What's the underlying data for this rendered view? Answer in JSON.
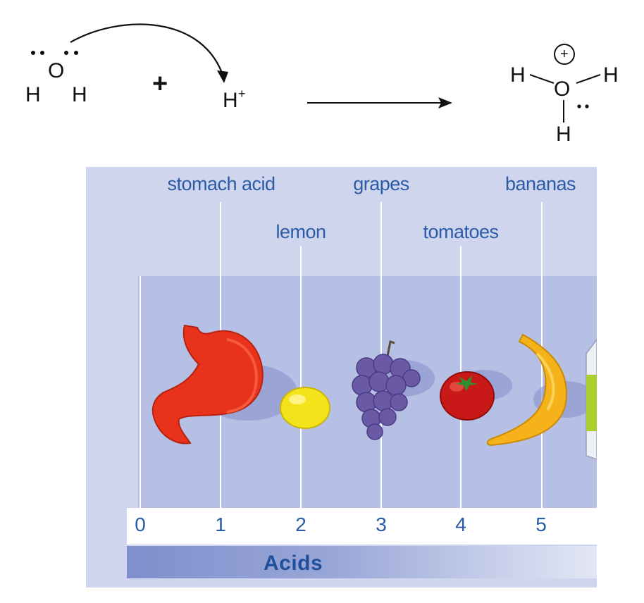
{
  "reaction": {
    "reactant1": {
      "center": "O",
      "left": "H",
      "right": "H"
    },
    "plus": "+",
    "reactant2": {
      "atom": "H",
      "charge": "+"
    },
    "product": {
      "center": "O",
      "left": "H",
      "right": "H",
      "bottom": "H",
      "charge": "+"
    }
  },
  "ph_scale": {
    "substances": [
      "stomach acid",
      "lemon",
      "grapes",
      "tomatoes",
      "bananas"
    ],
    "numbers": [
      "0",
      "1",
      "2",
      "3",
      "4",
      "5"
    ],
    "bar_label": "Acids"
  },
  "colors": {
    "panel": "#cfd5ec",
    "plate": "#b6c0e4",
    "label_blue": "#2b5aa6",
    "stomach": "#e8321c",
    "lemon": "#f2e31a",
    "grapes": "#6a5aa6",
    "tomato": "#c91818",
    "banana": "#f6b21a"
  },
  "icons": [
    "stomach-icon",
    "lemon-icon",
    "grapes-icon",
    "tomato-icon",
    "banana-icon",
    "milk-carton-icon"
  ]
}
